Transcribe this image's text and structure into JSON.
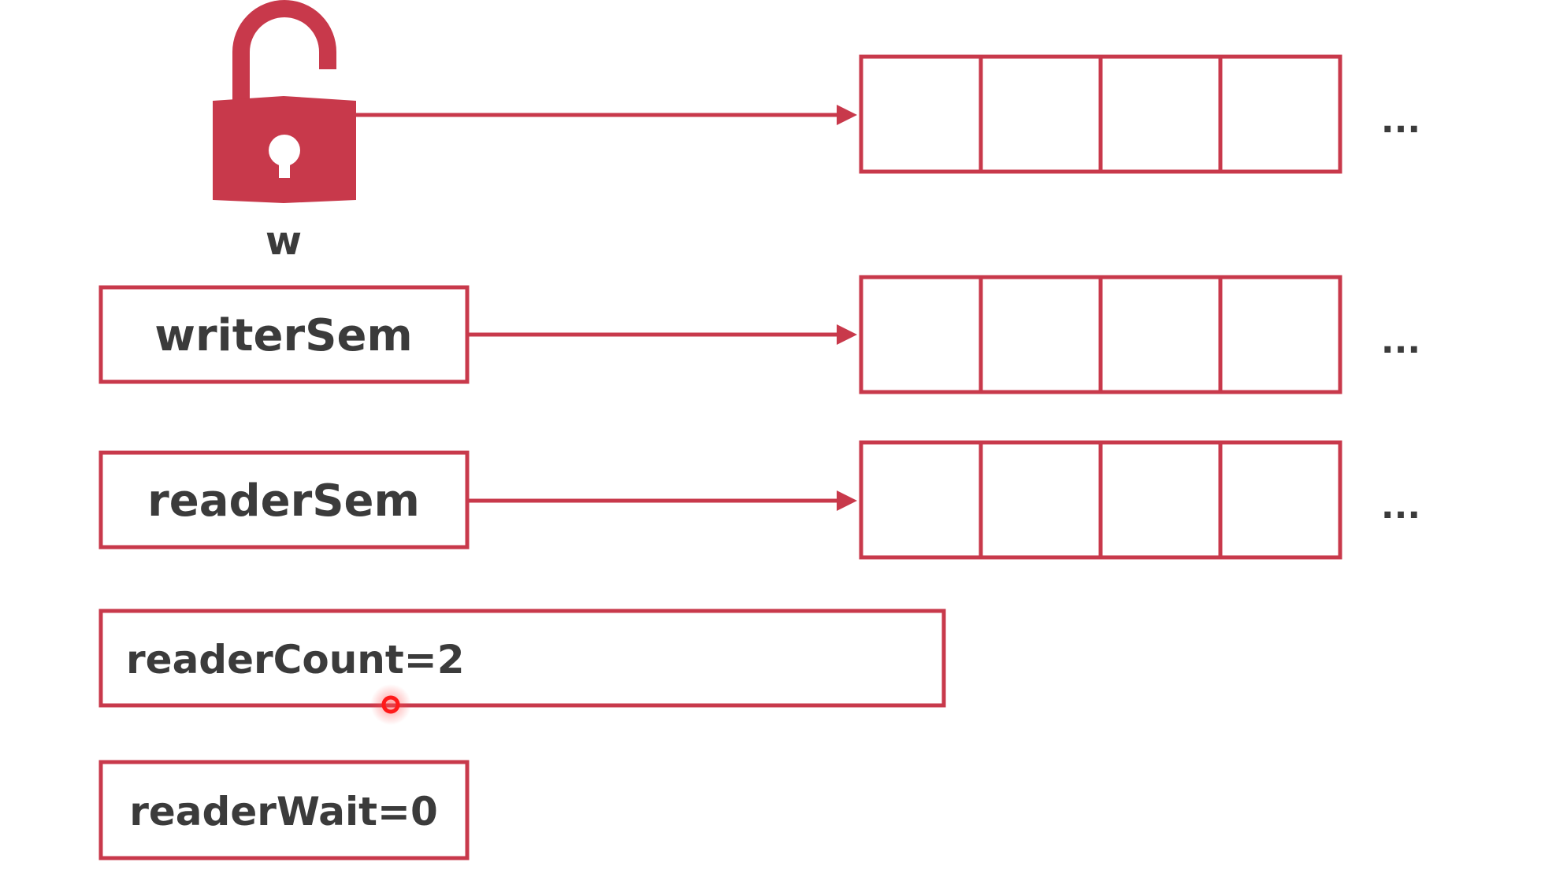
{
  "colors": {
    "accent": "#c8394b",
    "text": "#3b3b3b",
    "background": "#ffffff",
    "cursor": "#ff0000"
  },
  "lock": {
    "icon": "unlocked-padlock-icon",
    "label": "w"
  },
  "fields": {
    "writer_sem": "writerSem",
    "reader_sem": "readerSem",
    "reader_count": "readerCount=2",
    "reader_wait": "readerWait=0"
  },
  "queues": {
    "ellipsis": "..."
  },
  "cursor": {
    "icon": "pointer-dot-icon"
  }
}
